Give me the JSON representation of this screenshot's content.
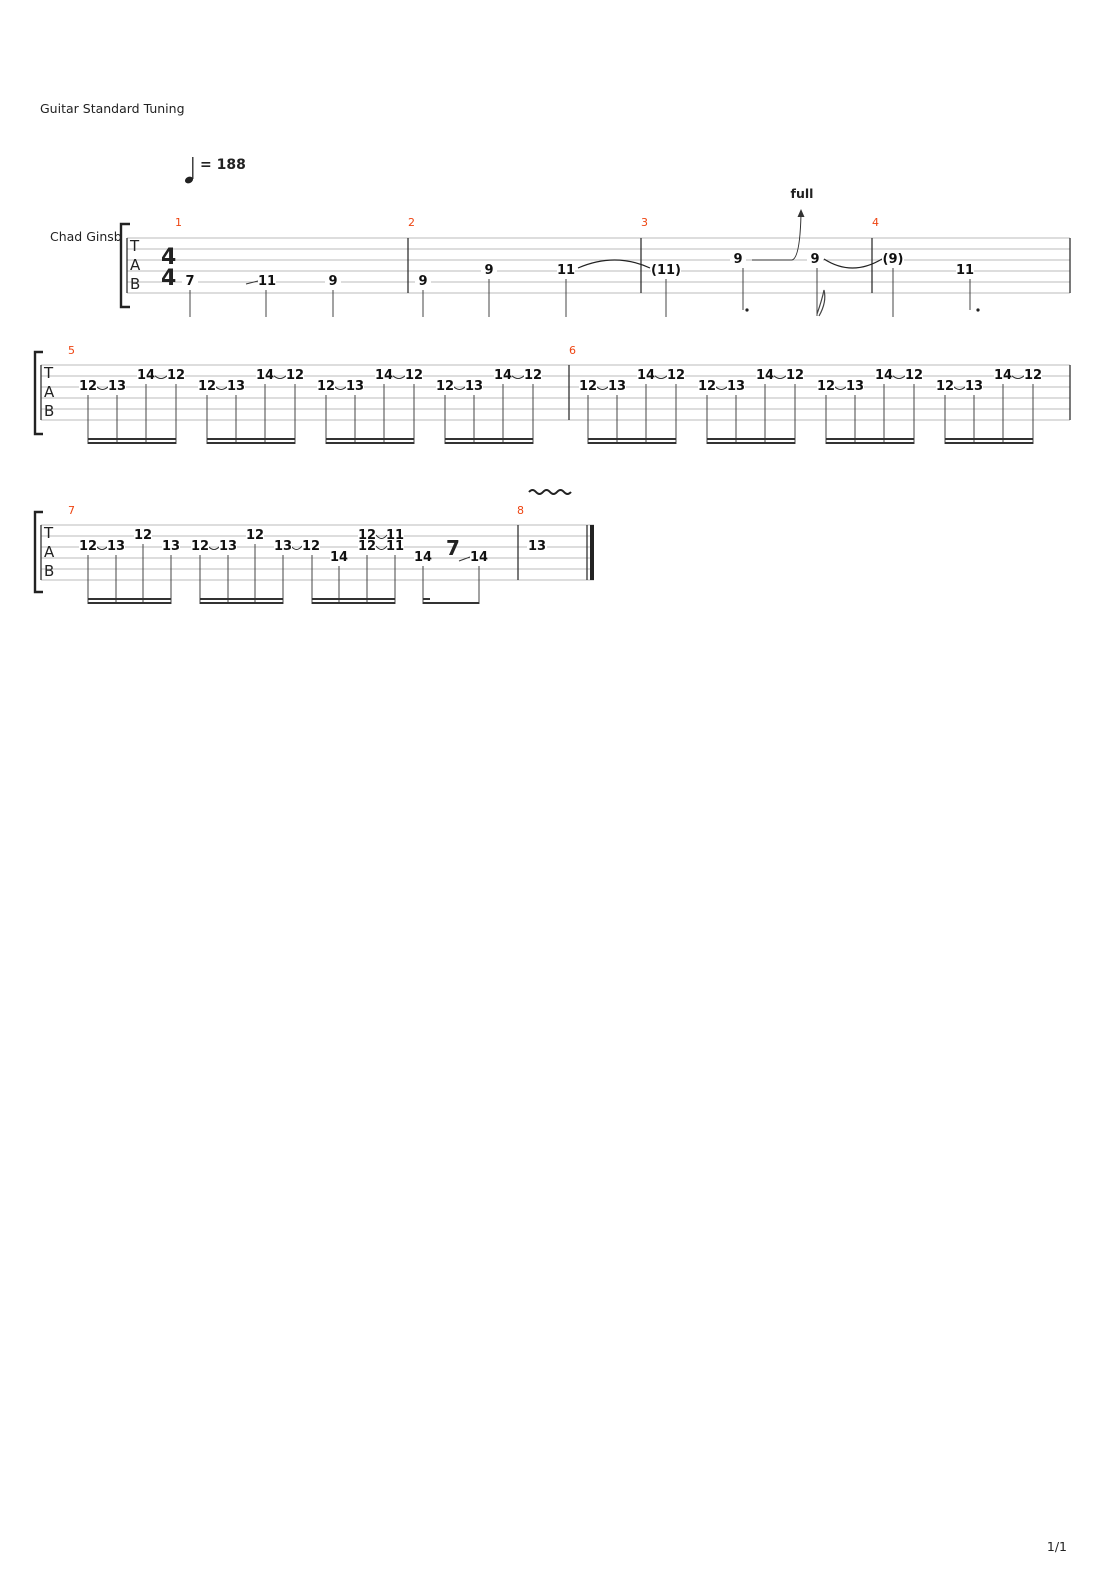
{
  "header": {
    "tuning": "Guitar Standard Tuning",
    "tempo_value": "= 188",
    "instrument_label": "Chad Ginsb",
    "tab_letters": [
      "T",
      "A",
      "B"
    ],
    "time_signature": [
      "4",
      "4"
    ],
    "bend_label": "full"
  },
  "footer": {
    "page_number": "1/1"
  },
  "colors": {
    "measure_number": "#ee4411",
    "ink": "#111111",
    "staff_line": "#bbbbbb"
  },
  "measures": [
    {
      "number": "1",
      "notes": [
        [
          "7"
        ],
        [
          "11"
        ],
        [
          "9"
        ]
      ]
    },
    {
      "number": "2",
      "notes": [
        [
          "9"
        ],
        [
          "9"
        ],
        [
          "11"
        ]
      ]
    },
    {
      "number": "3",
      "notes": [
        [
          "(11)"
        ],
        [
          "9"
        ],
        [
          "9"
        ]
      ]
    },
    {
      "number": "4",
      "notes": [
        [
          "(9)"
        ],
        [
          "11"
        ]
      ]
    },
    {
      "number": "5",
      "notes": [
        [
          "12",
          "13",
          "14",
          "12"
        ],
        [
          "12",
          "13",
          "14",
          "12"
        ],
        [
          "12",
          "13",
          "14",
          "12"
        ],
        [
          "12",
          "13",
          "14",
          "12"
        ]
      ]
    },
    {
      "number": "6",
      "notes": [
        [
          "12",
          "13",
          "14",
          "12"
        ],
        [
          "12",
          "13",
          "14",
          "12"
        ],
        [
          "12",
          "13",
          "14",
          "12"
        ],
        [
          "12",
          "13",
          "14",
          "12"
        ]
      ]
    },
    {
      "number": "7",
      "notes": [
        [
          "12",
          "13",
          "12",
          "13"
        ],
        [
          "12",
          "13",
          "12",
          "13"
        ],
        [
          "12",
          "14",
          "12",
          "12",
          "11",
          "11"
        ],
        [
          "14",
          "14"
        ]
      ]
    },
    {
      "number": "8",
      "notes": [
        [
          "13"
        ]
      ]
    }
  ]
}
